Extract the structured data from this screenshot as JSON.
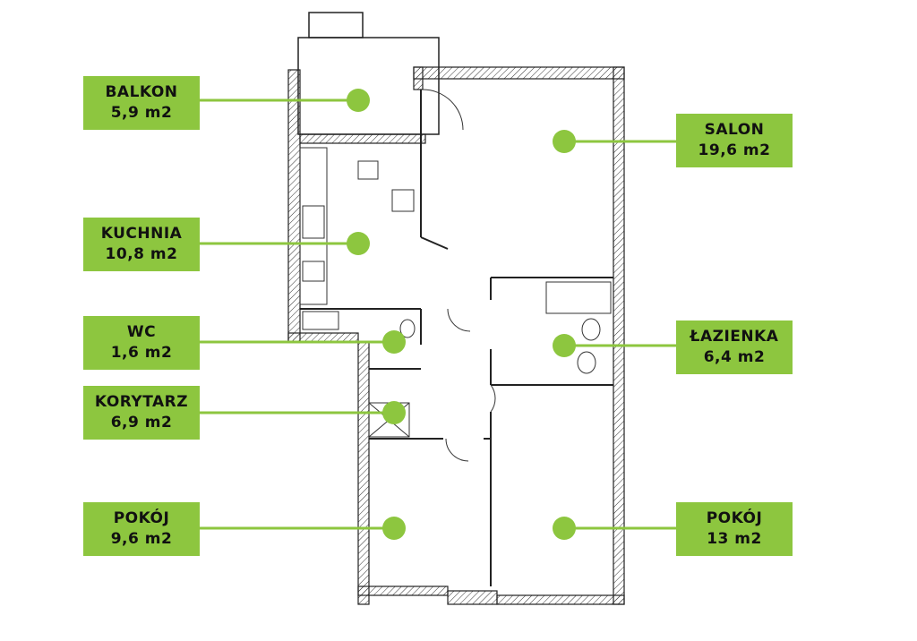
{
  "accent_color": "#8dc63f",
  "rooms": [
    {
      "name": "BALKON",
      "area": "5,9 m2"
    },
    {
      "name": "KUCHNIA",
      "area": "10,8 m2"
    },
    {
      "name": "WC",
      "area": "1,6 m2"
    },
    {
      "name": "KORYTARZ",
      "area": "6,9 m2"
    },
    {
      "name": "POKÓJ",
      "area": "9,6 m2"
    },
    {
      "name": "SALON",
      "area": "19,6 m2"
    },
    {
      "name": "ŁAZIENKA",
      "area": "6,4 m2"
    },
    {
      "name": "POKÓJ",
      "area": "13 m2"
    }
  ]
}
